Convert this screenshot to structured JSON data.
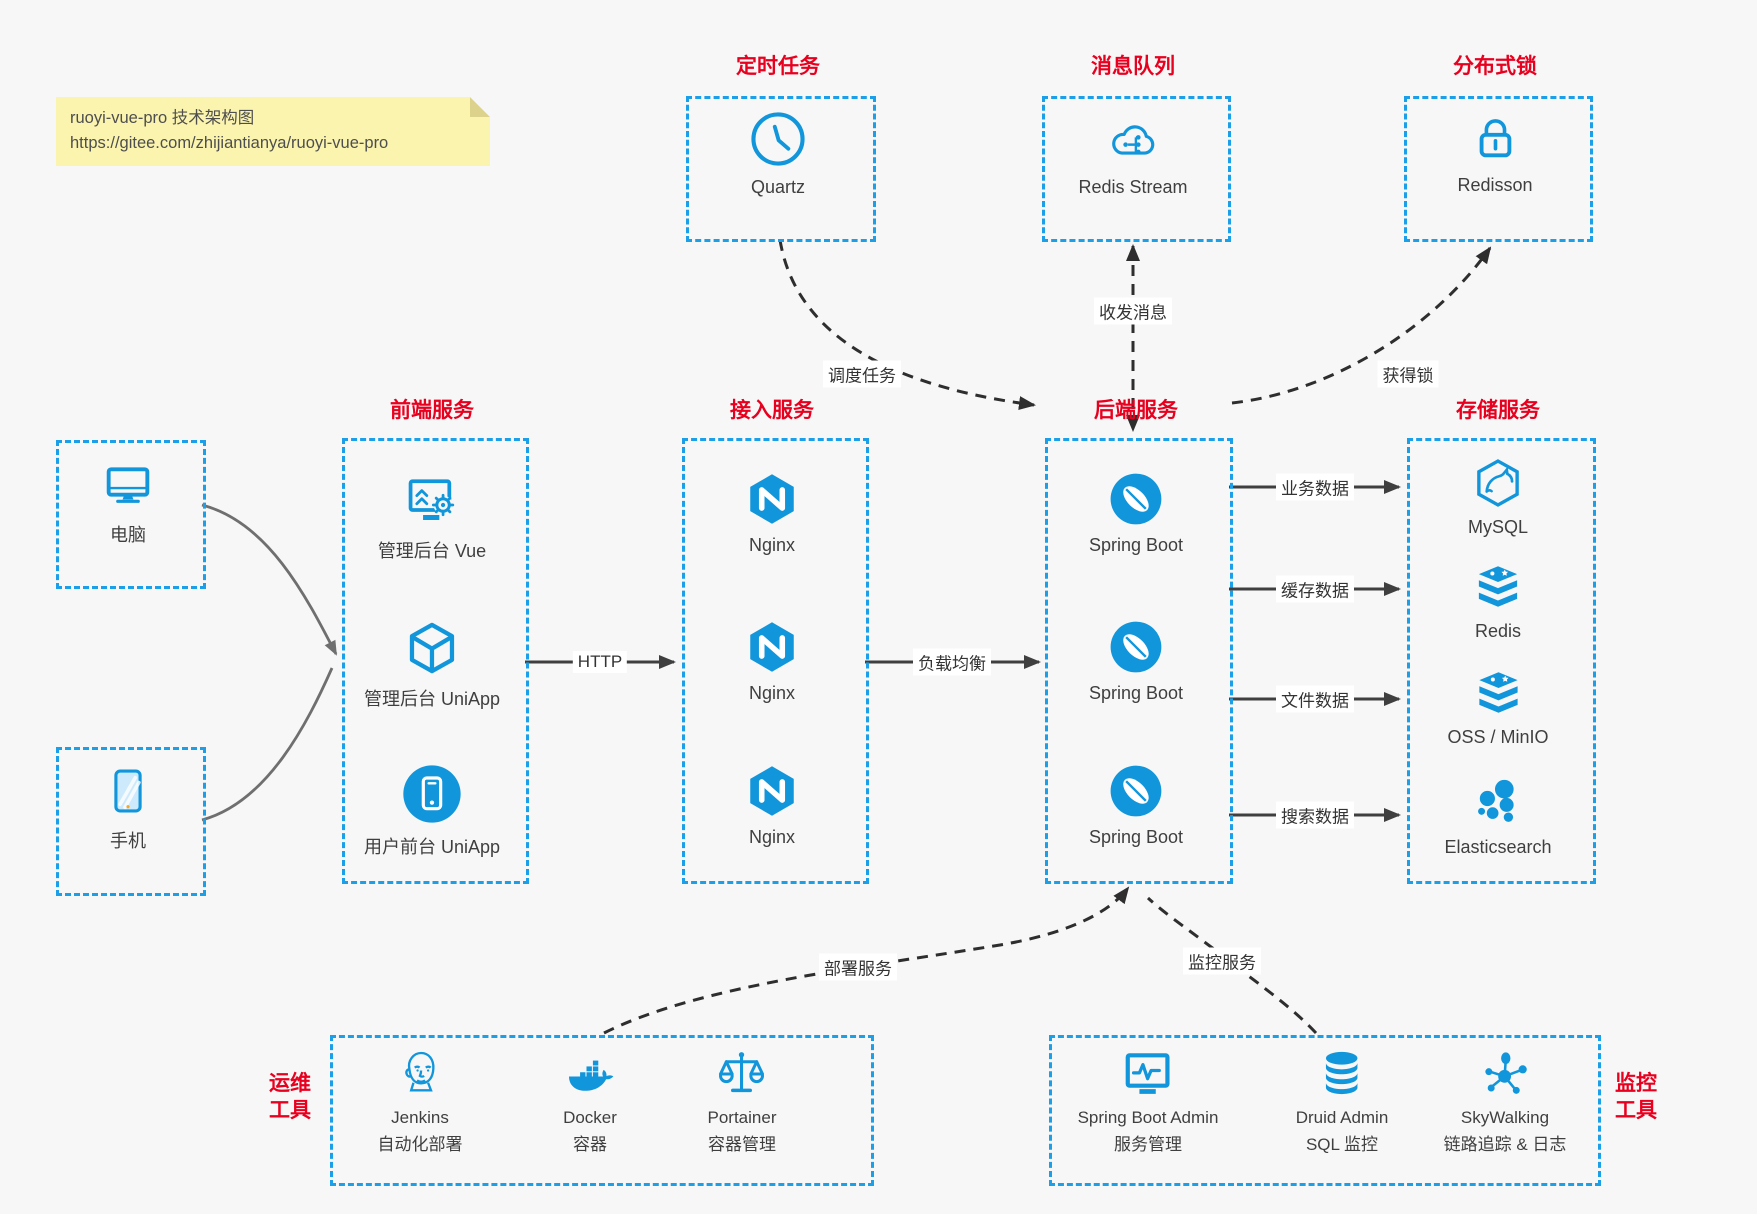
{
  "colors": {
    "accent_blue": "#1296db",
    "border_blue": "#1a9fe8",
    "title_red": "#e8001f",
    "arrow_dark": "#3f3f3f",
    "dashed_arrow_dark": "#2e2e2e",
    "client_arrow_gray": "#6f6f6f",
    "background": "#f7f7f7",
    "note_bg": "#fbf4af"
  },
  "note": {
    "title": "ruoyi-vue-pro 技术架构图",
    "url": "https://gitee.com/zhijiantianya/ruoyi-vue-pro"
  },
  "top_groups": [
    {
      "title": "定时任务",
      "item": {
        "label": "Quartz",
        "icon": "clock-icon"
      }
    },
    {
      "title": "消息队列",
      "item": {
        "label": "Redis Stream",
        "icon": "cloud-share-icon"
      }
    },
    {
      "title": "分布式锁",
      "item": {
        "label": "Redisson",
        "icon": "lock-icon"
      }
    }
  ],
  "clients": [
    {
      "label": "电脑",
      "icon": "desktop-icon"
    },
    {
      "label": "手机",
      "icon": "smartphone-icon"
    }
  ],
  "columns": [
    {
      "title": "前端服务",
      "items": [
        {
          "label": "管理后台 Vue",
          "icon": "admin-screen-gear-icon"
        },
        {
          "label": "管理后台 UniApp",
          "icon": "cube-icon"
        },
        {
          "label": "用户前台 UniApp",
          "icon": "mobile-circle-icon"
        }
      ]
    },
    {
      "title": "接入服务",
      "items": [
        {
          "label": "Nginx",
          "icon": "nginx-icon"
        },
        {
          "label": "Nginx",
          "icon": "nginx-icon"
        },
        {
          "label": "Nginx",
          "icon": "nginx-icon"
        }
      ]
    },
    {
      "title": "后端服务",
      "items": [
        {
          "label": "Spring Boot",
          "icon": "spring-leaf-icon"
        },
        {
          "label": "Spring Boot",
          "icon": "spring-leaf-icon"
        },
        {
          "label": "Spring Boot",
          "icon": "spring-leaf-icon"
        }
      ]
    },
    {
      "title": "存储服务",
      "items": [
        {
          "label": "MySQL",
          "icon": "mysql-dolphin-icon"
        },
        {
          "label": "Redis",
          "icon": "redis-stack-icon"
        },
        {
          "label": "OSS / MinIO",
          "icon": "storage-stack-icon"
        },
        {
          "label": "Elasticsearch",
          "icon": "elasticsearch-cluster-icon"
        }
      ]
    }
  ],
  "edges": {
    "http": "HTTP",
    "load_balance": "负载均衡",
    "business_data": "业务数据",
    "cache_data": "缓存数据",
    "file_data": "文件数据",
    "search_data": "搜索数据",
    "schedule_task": "调度任务",
    "send_receive_message": "收发消息",
    "acquire_lock": "获得锁",
    "deploy_service": "部署服务",
    "monitor_service": "监控服务"
  },
  "bottom_groups": [
    {
      "side_line1": "运维",
      "side_line2": "工具",
      "items": [
        {
          "name": "Jenkins",
          "desc": "自动化部署",
          "icon": "jenkins-icon"
        },
        {
          "name": "Docker",
          "desc": "容器",
          "icon": "docker-whale-icon"
        },
        {
          "name": "Portainer",
          "desc": "容器管理",
          "icon": "portainer-scales-icon"
        }
      ]
    },
    {
      "side_line1": "监控",
      "side_line2": "工具",
      "items": [
        {
          "name": "Spring Boot Admin",
          "desc": "服务管理",
          "icon": "monitor-pulse-icon"
        },
        {
          "name": "Druid Admin",
          "desc": "SQL 监控",
          "icon": "database-icon"
        },
        {
          "name": "SkyWalking",
          "desc": "链路追踪 & 日志",
          "icon": "topology-icon"
        }
      ]
    }
  ]
}
